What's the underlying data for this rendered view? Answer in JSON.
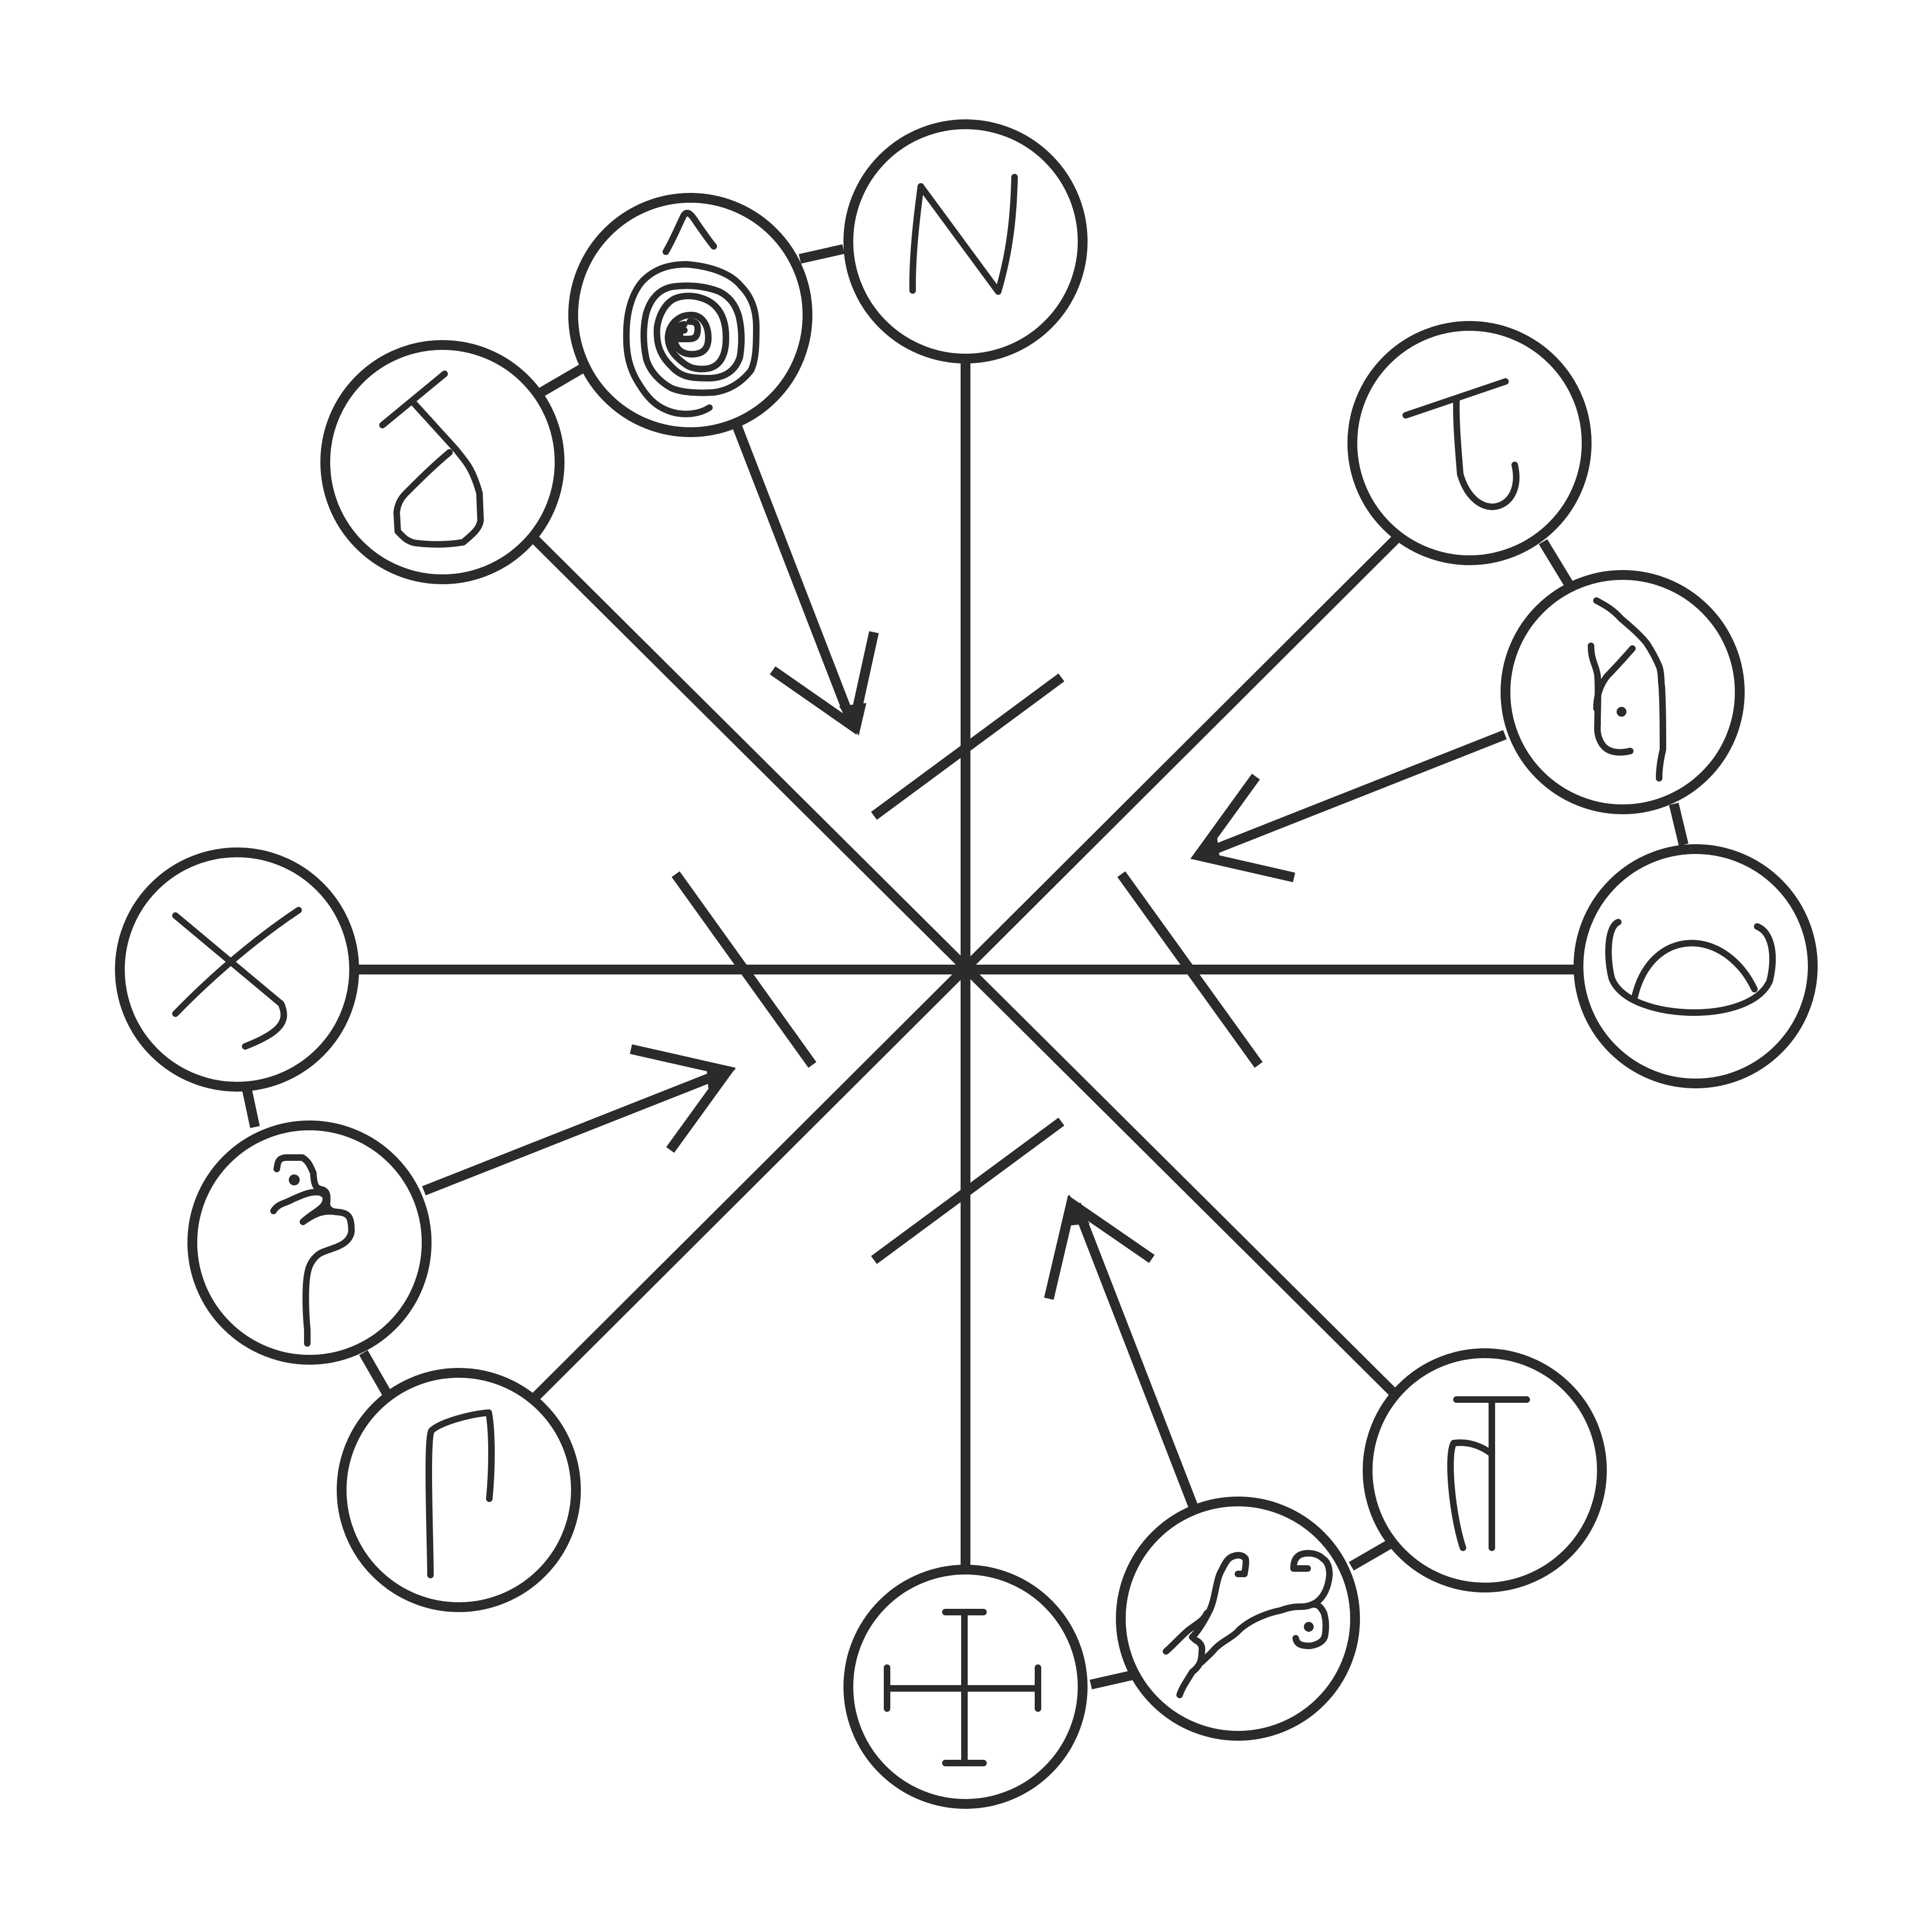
{
  "diagram": {
    "kind": "radial glyph wheel",
    "nodes": [
      {
        "id": "north",
        "glyph": "n-mark-icon"
      },
      {
        "id": "north-west",
        "glyph": "spiral-icon"
      },
      {
        "id": "west-north-west",
        "glyph": "loop-stroke-icon"
      },
      {
        "id": "north-east",
        "glyph": "tau-hook-icon"
      },
      {
        "id": "east-north-east",
        "glyph": "flame-stroke-icon"
      },
      {
        "id": "east",
        "glyph": "bowl-icon"
      },
      {
        "id": "west",
        "glyph": "crossed-hook-icon"
      },
      {
        "id": "west-south-west",
        "glyph": "squiggle-stem-icon"
      },
      {
        "id": "south-west",
        "glyph": "bent-stem-icon"
      },
      {
        "id": "south-east",
        "glyph": "t-bar-icon"
      },
      {
        "id": "south-south-east",
        "glyph": "serpent-icon"
      },
      {
        "id": "south",
        "glyph": "double-cross-icon"
      }
    ],
    "arrows": [
      {
        "from": "north-west",
        "direction": "inward"
      },
      {
        "from": "east-north-east",
        "direction": "inward"
      },
      {
        "from": "west-south-west",
        "direction": "inward"
      },
      {
        "from": "south-south-east",
        "direction": "inward"
      }
    ],
    "colors": {
      "ink": "#2b2b2b",
      "background": "#ffffff"
    }
  }
}
